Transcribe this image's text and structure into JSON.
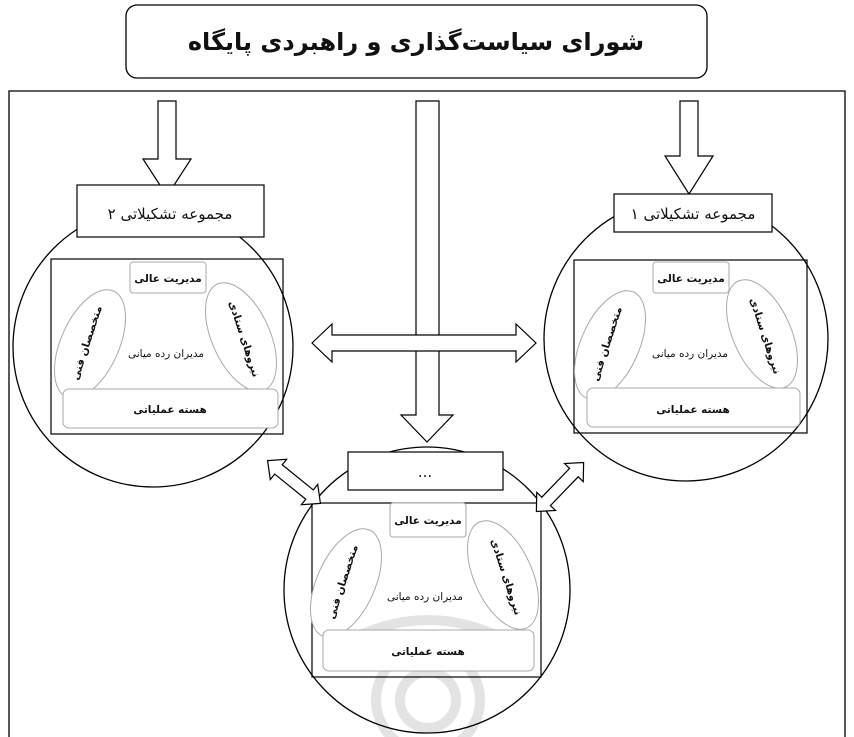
{
  "council": {
    "title": "شورای سیاست‌گذاری و راهبردی پایگاه"
  },
  "unit1": {
    "header": "مجموعه تشکیلاتی ۱",
    "top_management": "مدیریت عالی",
    "staff": "نیروهای ستادی",
    "technical": "متخصصان فنی",
    "middle": "مدیران رده میانی",
    "core": "هسته عملیاتی"
  },
  "unit2": {
    "header": "مجموعه تشکیلاتی ۲",
    "top_management": "مدیریت عالی",
    "staff": "نیروهای ستادی",
    "technical": "متخصصان فنی",
    "middle": "مدیران رده میانی",
    "core": "هسته عملیاتی"
  },
  "unit3": {
    "header": "...",
    "top_management": "مدیریت عالی",
    "staff": "نیروهای ستادی",
    "technical": "متخصصان فنی",
    "middle": "مدیران رده میانی",
    "core": "هسته عملیاتی"
  },
  "colors": {
    "stroke": "#000000",
    "inner_stroke": "#a9a9a9",
    "background": "#ffffff"
  }
}
